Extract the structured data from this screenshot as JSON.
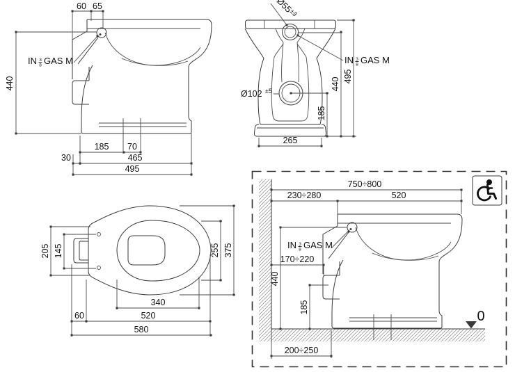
{
  "drawing_type": "toilet-technical-dimension-drawing",
  "colors": {
    "background": "#ffffff",
    "line": "#3a3a3a",
    "text": "#111111"
  },
  "gas_inlet": {
    "pre": "IN",
    "num": "3",
    "den": "8",
    "post": "GAS M"
  },
  "views": {
    "side": {
      "d60": "60",
      "d65": "65",
      "d440": "440",
      "d185": "185",
      "d70": "70",
      "d30": "30",
      "d465": "465",
      "d495": "495"
    },
    "rear": {
      "d55": "Ø55",
      "d55_tol": "±3",
      "d102": "Ø102",
      "d102_tol": "±5",
      "d185": "185",
      "d440": "440",
      "d495": "495",
      "d265": "265"
    },
    "plan": {
      "d205": "205",
      "d145": "145",
      "d255": "255",
      "d375": "375",
      "d340": "340",
      "d60": "60",
      "d520": "520",
      "d580": "580"
    },
    "install": {
      "d750": "750÷800",
      "d230": "230÷280",
      "d520": "520",
      "d170": "170÷220",
      "d440": "440",
      "d185": "185",
      "d200": "200÷250",
      "zero": "0",
      "accessibility_icon": "wheelchair-icon"
    }
  }
}
